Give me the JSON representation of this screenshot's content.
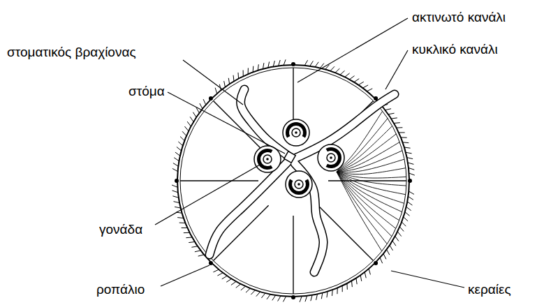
{
  "diagram": {
    "labels": [
      "ακτινωτό κανάλι",
      "κυκλικό κανάλι",
      "στοματικός βραχίονας",
      "στόμα",
      "γονάδα",
      "ροπάλιο",
      "κεραίες"
    ]
  }
}
